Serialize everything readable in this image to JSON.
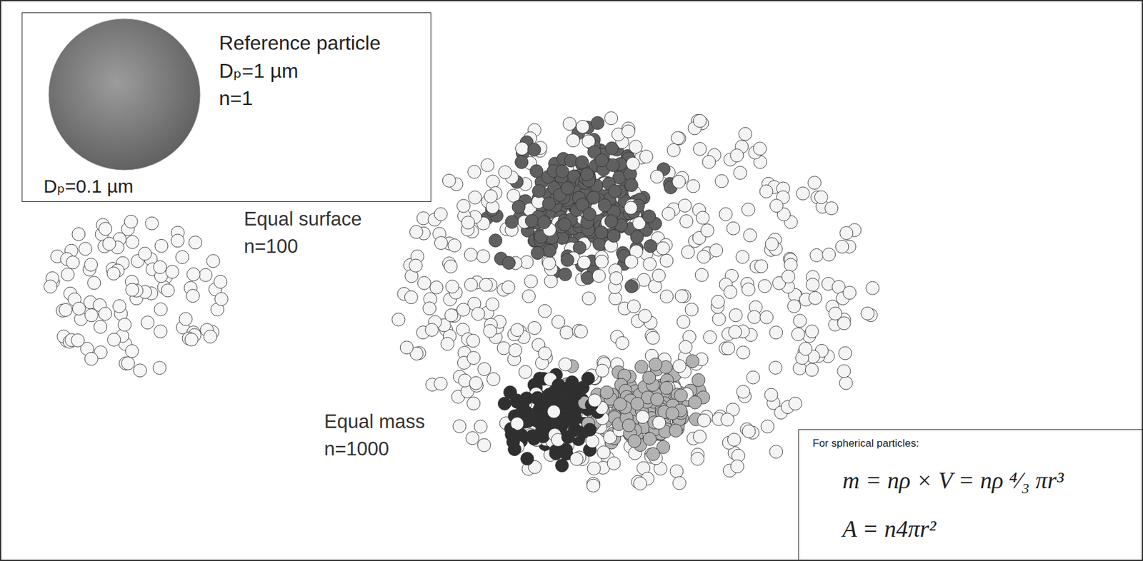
{
  "diagram": {
    "nodes": [
      {
        "text": [
          "Reference particle",
          "Dₚ=1 µm",
          "n=1",
          "Dₚ=0.1 µm"
        ]
      },
      {
        "text": [
          "For spherical particles:",
          "m = nρ × V = nρ ⁴⁄₃ πr³",
          "A = n4πr²"
        ]
      }
    ],
    "labels": [
      "Equal surface",
      "n=100",
      "Equal mass",
      "n=1000"
    ]
  }
}
